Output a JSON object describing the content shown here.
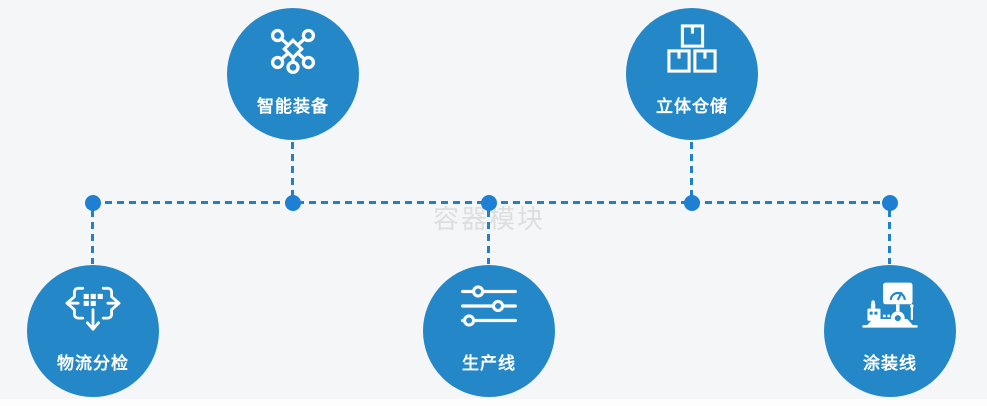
{
  "page": {
    "watermark": "容器模块",
    "background_color": "#f5f6f7",
    "watermark_color": "#dedede"
  },
  "colors": {
    "node_circle": "#2387c8",
    "connector": "#2180cd",
    "junction_dot": "#1f7fd2",
    "icon": "#ffffff",
    "label_text": "#ffffff"
  },
  "nodes": [
    {
      "label": "智能装备",
      "icon": "network-nodes-icon"
    },
    {
      "label": "立体仓储",
      "icon": "stacked-boxes-icon"
    },
    {
      "label": "物流分检",
      "icon": "sorting-arrows-icon"
    },
    {
      "label": "生产线",
      "icon": "sliders-icon"
    },
    {
      "label": "涂装线",
      "icon": "coating-machine-icon"
    }
  ]
}
